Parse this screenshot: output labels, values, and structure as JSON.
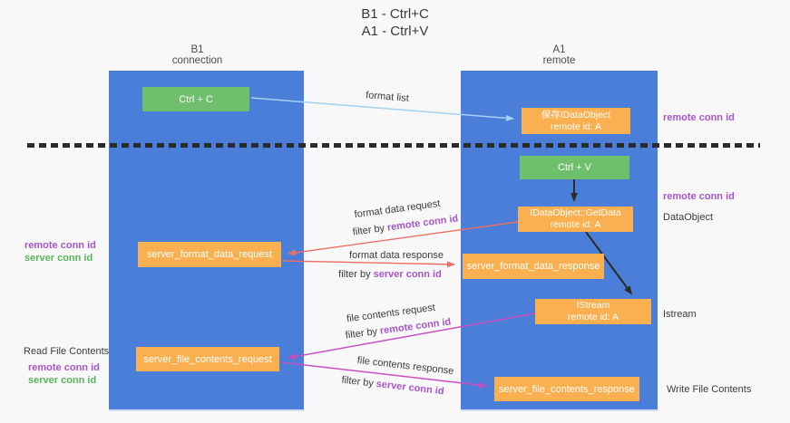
{
  "title": {
    "line1": "B1 - Ctrl+C",
    "line2": "A1 - Ctrl+V"
  },
  "lifelines": {
    "left": {
      "name": "B1",
      "role": "connection"
    },
    "right": {
      "name": "A1",
      "role": "remote"
    }
  },
  "boxes": {
    "ctrl_c": {
      "label": "Ctrl + C"
    },
    "ctrl_v": {
      "label": "Ctrl + V"
    },
    "save_dataobject": {
      "line1": "保存IDataObject",
      "line2": "remote id: A"
    },
    "getdata": {
      "line1": "IDataObject::GetData",
      "line2": "remote id: A"
    },
    "istream": {
      "line1": "IStream",
      "line2": "remote id: A"
    },
    "format_request": {
      "label": "server_format_data_request"
    },
    "format_response": {
      "label": "server_format_data_response"
    },
    "file_request": {
      "label": "server_file_contents_request"
    },
    "file_response": {
      "label": "server_file_contents_response"
    }
  },
  "flows": {
    "format_list": {
      "label": "format list"
    },
    "format_data_request": {
      "label": "format data request",
      "filter_prefix": "filter by",
      "filter_key": "remote conn id"
    },
    "format_data_response": {
      "label": "format data response",
      "filter_prefix": "filter by",
      "filter_key": "server conn id"
    },
    "file_contents_request": {
      "label": "file contents request",
      "filter_prefix": "filter by",
      "filter_key": "remote conn id"
    },
    "file_contents_response": {
      "label": "file contents response",
      "filter_prefix": "filter by",
      "filter_key": "server conn id"
    }
  },
  "annotations": {
    "right_remote_conn_id_top": "remote conn id",
    "right_remote_conn_id_mid": "remote conn id",
    "right_dataobject": "DataObject",
    "right_istream": "Istream",
    "right_write_file_contents": "Write File Contents",
    "left_remote_conn_id_1": "remote conn id",
    "left_server_conn_id_1": "server conn id",
    "left_read_file_contents": "Read File Contents",
    "left_remote_conn_id_2": "remote conn id",
    "left_server_conn_id_2": "server conn id"
  },
  "colors": {
    "lifeline_blue": "#4a7ed8",
    "box_green": "#70bf6d",
    "box_orange": "#fab050",
    "purple_text": "#a855cc",
    "green_text": "#5ab45a",
    "arrow_lightblue": "#a5d2f0",
    "arrow_red": "#ee6e66",
    "arrow_magenta": "#c94fc0",
    "arrow_black": "#2b2b2b",
    "dashed_line": "#2a2a2a"
  }
}
